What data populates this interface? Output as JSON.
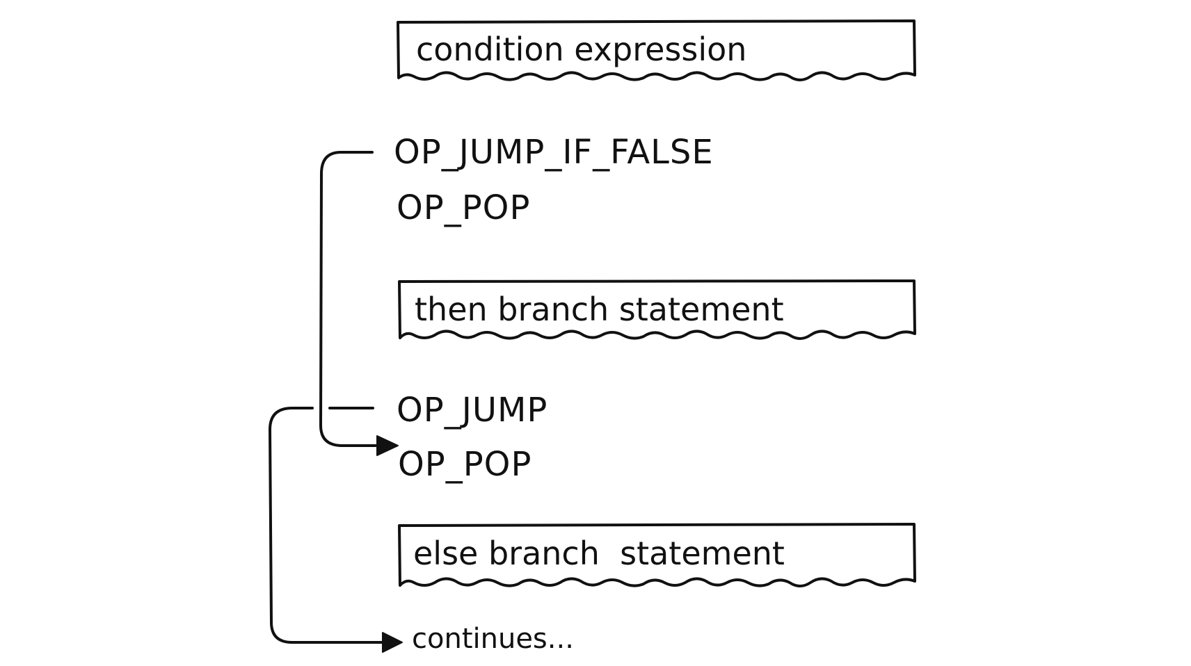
{
  "blocks": {
    "condition": "condition expression",
    "then_branch": "then branch statement",
    "else_branch": "else branch  statement"
  },
  "instructions": {
    "jump_if_false": "OP_JUMP_IF_FALSE",
    "pop_after_condition": "OP_POP",
    "jump": "OP_JUMP",
    "pop_before_else": "OP_POP"
  },
  "continues": "continues..."
}
